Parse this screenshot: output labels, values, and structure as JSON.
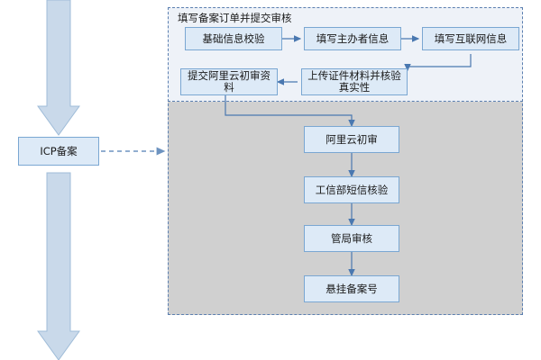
{
  "diagram": {
    "title_label": "填写备案订单并提交审核",
    "icp_node": "ICP备案",
    "top_row": [
      {
        "label": "基础信息校验"
      },
      {
        "label": "填写主办者信息"
      },
      {
        "label": "填写互联网信息"
      }
    ],
    "second_row": [
      {
        "label": "提交阿里云初审资料"
      },
      {
        "label": "上传证件材料并核验真实性"
      }
    ],
    "main_column": [
      {
        "label": "阿里云初审"
      },
      {
        "label": "工信部短信核验"
      },
      {
        "label": "管局审核"
      },
      {
        "label": "悬挂备案号"
      }
    ],
    "colors": {
      "node_fill": "#ddeaf7",
      "node_border": "#7aa7d2",
      "group_outer_fill": "#d0d0d0",
      "group_inner_fill": "#eef2f8",
      "group_border": "#5b7fb0",
      "arrow": "#c9d9ea",
      "arrow_stroke": "#9fbcd8",
      "connector": "#4a78b0"
    }
  }
}
